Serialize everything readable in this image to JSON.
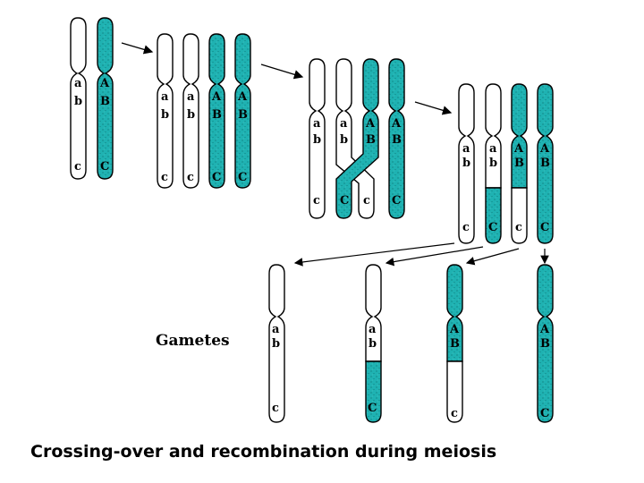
{
  "colors": {
    "homolog_fill": "#1fb2b2",
    "outline": "#000000",
    "plain_fill": "#ffffff"
  },
  "gametes_label": "Gametes",
  "caption": "Crossing-over and recombination  during meiosis",
  "gene_labels": {
    "a": "a",
    "b": "b",
    "c": "c",
    "A": "A",
    "B": "B",
    "C": "C"
  }
}
